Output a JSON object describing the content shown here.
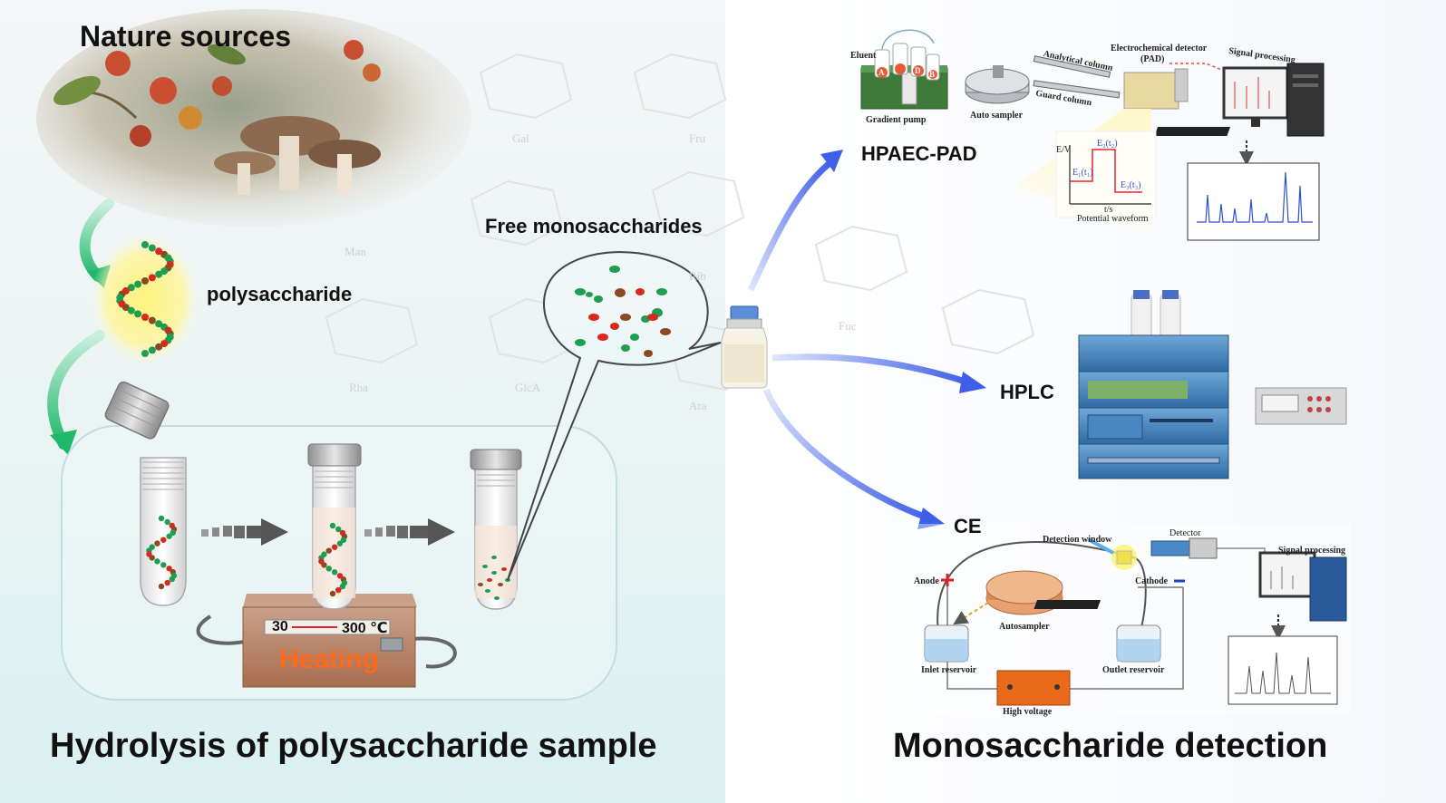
{
  "titles": {
    "nature_sources": "Nature sources",
    "polysaccharide": "polysaccharide",
    "free_monosaccharides": "Free monosaccharides",
    "hydrolysis": "Hydrolysis of polysaccharide sample",
    "detection": "Monosaccharide detection"
  },
  "heater": {
    "temp_low": "30",
    "temp_high": "300 ℃",
    "label": "Heating"
  },
  "methods": {
    "hpaec": "HPAEC-PAD",
    "hplc": "HPLC",
    "ce": "CE"
  },
  "hpaec_parts": {
    "eluent": "Eluent",
    "gradient_pump": "Gradient pump",
    "auto_sampler": "Auto sampler",
    "analytical_column": "Analytical column",
    "guard_column": "Guard column",
    "detector": "Electrochemical detector",
    "detector_abbr": "(PAD)",
    "signal_processing": "Signal processing",
    "waveform": "Potential waveform",
    "axis_ev": "E/V",
    "axis_ts": "t/s",
    "e1": "E₁(t₁)",
    "e2": "E₂(t₂)",
    "e3": "E₃(t₃)",
    "bottle_a": "A",
    "bottle_b": "B",
    "bottle_d": "D"
  },
  "ce_parts": {
    "detection_window": "Detection window",
    "detector": "Detector",
    "signal_processing": "Signal processing",
    "anode": "Anode",
    "cathode": "Cathode",
    "autosampler": "Autosampler",
    "inlet_reservoir": "Inlet reservoir",
    "outlet_reservoir": "Outlet reservoir",
    "high_voltage": "High voltage"
  },
  "structures": [
    "Gal",
    "Fru",
    "Man",
    "Rib",
    "Fuc",
    "Rha",
    "GlcA",
    "Ara"
  ],
  "colors": {
    "green_arrow": "#2fc07a",
    "blue_arrow": "#3f5fe8",
    "heater_body": "#a86d4f",
    "heating_text": "#ff6a1a",
    "bead_green": "#1f9e52",
    "bead_red": "#d9281e",
    "bead_brown": "#8a4a22"
  }
}
